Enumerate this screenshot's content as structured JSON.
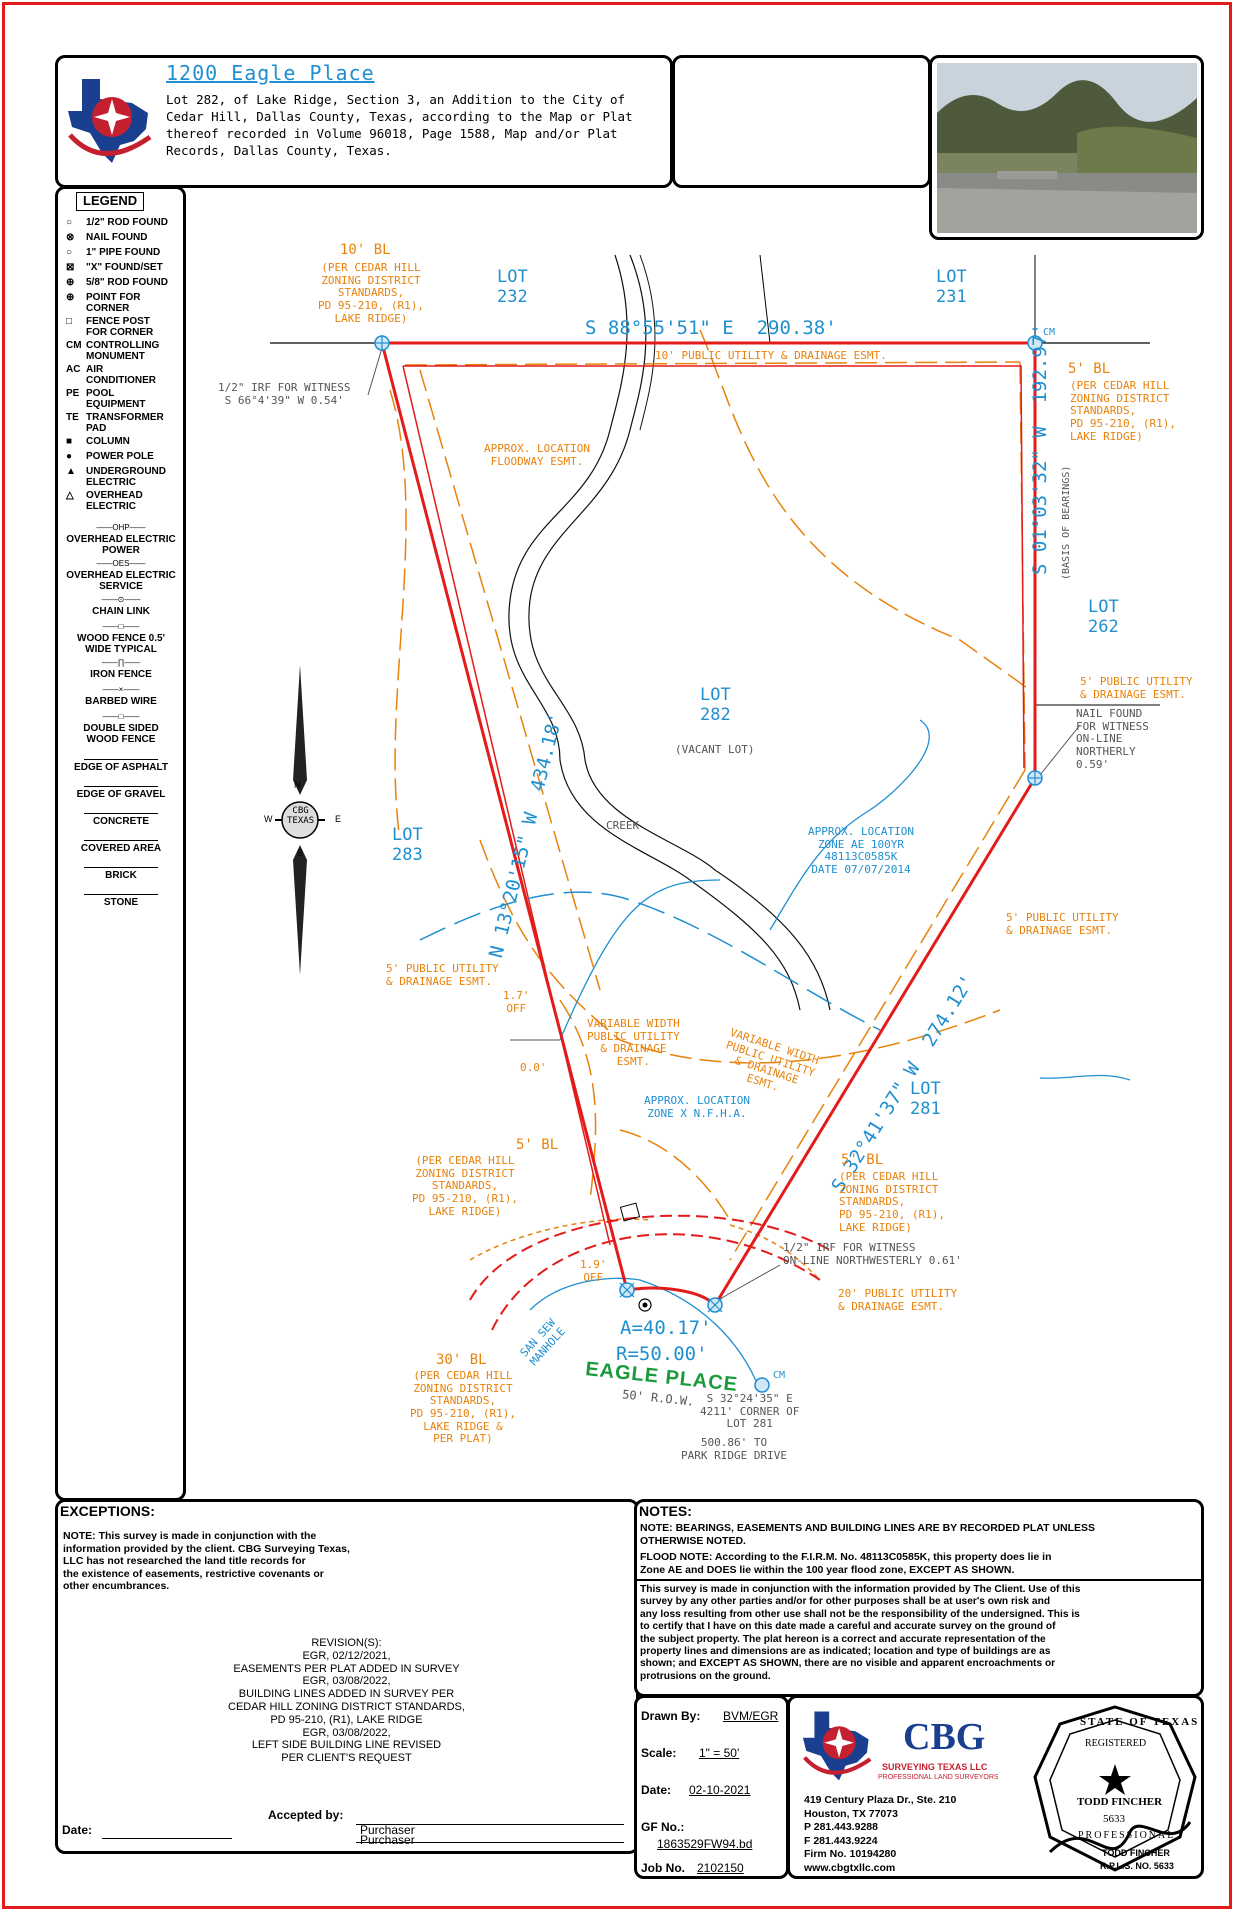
{
  "header": {
    "title": "1200 Eagle Place",
    "description": "Lot 282, of Lake Ridge, Section 3, an Addition to the City of\nCedar Hill, Dallas County, Texas, according to the Map or Plat\nthereof recorded in Volume 96018, Page 1588, Map and/or Plat\nRecords, Dallas County, Texas."
  },
  "legend": {
    "title": "LEGEND",
    "items": [
      "1/2\" ROD FOUND",
      "NAIL FOUND",
      "1\" PIPE FOUND",
      "\"X\" FOUND/SET",
      "5/8\" ROD FOUND",
      "POINT FOR\nCORNER",
      "FENCE POST\nFOR CORNER",
      "CONTROLLING\nMONUMENT",
      "AIR\nCONDITIONER",
      "POOL\nEQUIPMENT",
      "TRANSFORMER\nPAD",
      "COLUMN",
      "POWER POLE",
      "UNDERGROUND\nELECTRIC",
      "OVERHEAD\nELECTRIC"
    ],
    "prefixes": [
      "○",
      "⊗",
      "○",
      "⊠",
      "⊕",
      "⊕",
      "□",
      "CM",
      "AC",
      "PE",
      "TE",
      "■",
      "●",
      "▲",
      "△"
    ],
    "lines": [
      {
        "sym": "——OHP——",
        "label": "OVERHEAD ELECTRIC\nPOWER"
      },
      {
        "sym": "——OES——",
        "label": "OVERHEAD ELECTRIC\nSERVICE"
      },
      {
        "sym": "——⊙——",
        "label": "CHAIN LINK"
      },
      {
        "sym": "——□——",
        "label": "WOOD FENCE 0.5'\nWIDE TYPICAL"
      },
      {
        "sym": "——∏——",
        "label": "IRON FENCE"
      },
      {
        "sym": "——×——",
        "label": "BARBED WIRE"
      },
      {
        "sym": "——□——",
        "label": "DOUBLE SIDED\nWOOD FENCE"
      },
      {
        "sym": "",
        "label": "EDGE OF ASPHALT"
      },
      {
        "sym": "",
        "label": "EDGE OF GRAVEL"
      },
      {
        "sym": "",
        "label": "CONCRETE"
      },
      {
        "sym": "",
        "label": "COVERED AREA"
      },
      {
        "sym": "",
        "label": "BRICK"
      },
      {
        "sym": "",
        "label": "STONE"
      }
    ]
  },
  "compass": {
    "center": "CBG\nTEXAS",
    "n": "N",
    "s": "S",
    "e": "E",
    "w": "W"
  },
  "plat": {
    "lots": {
      "l232": "LOT\n232",
      "l231": "LOT\n231",
      "l262": "LOT\n262",
      "l282": "LOT\n282",
      "vacant": "(VACANT LOT)",
      "l283": "LOT\n283",
      "l281": "LOT\n281"
    },
    "bearings": {
      "north": "S 88°55'51\" E  290.38'",
      "east": "S 01°03'32\" W  192.97'",
      "basis": "(BASIS OF BEARINGS)",
      "west": "N 13°20'15\" W  434.18'",
      "southeast": "S 32°41'37\" W  274.12'"
    },
    "labels": {
      "bl10": "10' BL",
      "bl10_note": "(PER CEDAR HILL\nZONING DISTRICT\nSTANDARDS,\nPD 95-210, (R1),\nLAKE RIDGE)",
      "irf_witness_nw": "1/2\" IRF FOR WITNESS\nS 66°4'39\" W 0.54'",
      "pude10": "10' PUBLIC UTILITY & DRAINAGE ESMT.",
      "bl5_e": "5' BL",
      "bl5_e_note": "(PER CEDAR HILL\nZONING DISTRICT\nSTANDARDS,\nPD 95-210, (R1),\nLAKE RIDGE)",
      "floodway": "APPROX. LOCATION\nFLOODWAY ESMT.",
      "cm_ne": "CM",
      "pude5_e": "5' PUBLIC UTILITY\n& DRAINAGE ESMT.",
      "nail_witness": "NAIL FOUND\nFOR WITNESS\nON-LINE\nNORTHERLY\n0.59'",
      "creek": "CREEK",
      "zone_ae": "APPROX. LOCATION\nZONE AE 100YR\n48113C0585K\nDATE 07/07/2014",
      "pude5_se": "5' PUBLIC UTILITY\n& DRAINAGE ESMT.",
      "pude5_w": "5' PUBLIC UTILITY\n& DRAINAGE ESMT.",
      "off17": "1.7'\nOFF",
      "off00": "0.0'",
      "varw1": "VARIABLE WIDTH\nPUBLIC UTILITY\n& DRAINAGE\nESMT.",
      "varw2": "VARIABLE WIDTH\nPUBLIC UTILITY\n& DRAINAGE\nESMT.",
      "zone_x": "APPROX. LOCATION\nZONE X N.F.H.A.",
      "bl5_w": "5' BL",
      "bl5_w_note": "(PER CEDAR HILL\nZONING DISTRICT\nSTANDARDS,\nPD 95-210, (R1),\nLAKE RIDGE)",
      "bl5_s": "5' BL",
      "bl5_s_note": "(PER CEDAR HILL\nZONING DISTRICT\nSTANDARDS,\nPD 95-210, (R1),\nLAKE RIDGE)",
      "irf_witness_s": "1/2\" IRF FOR WITNESS\nON-LINE NORTHWESTERLY 0.61'",
      "pude20": "20' PUBLIC UTILITY\n& DRAINAGE ESMT.",
      "off19": "1.9'\nOFF",
      "sansew": "SAN SEW\nMANHOLE",
      "arc_a": "A=40.17'",
      "arc_r": "R=50.00'",
      "street": "EAGLE PLACE",
      "row": "50' R.O.W.",
      "bl30": "30' BL",
      "bl30_note": "(PER CEDAR HILL\nZONING DISTRICT\nSTANDARDS,\nPD 95-210, (R1),\nLAKE RIDGE &\nPER PLAT)",
      "cm_s": "CM",
      "corner281": "S 32°24'35\" E\n4211' CORNER OF\nLOT 281",
      "park_ridge": "500.86' TO\nPARK RIDGE DRIVE"
    }
  },
  "exceptions": {
    "title": "EXCEPTIONS:",
    "note": "NOTE: This survey is made in conjunction with the\ninformation provided by the client. CBG Surveying Texas,\nLLC has not researched the land title records for\nthe existence of easements, restrictive covenants or\nother encumbrances.",
    "revisions": "REVISION(S):\nEGR, 02/12/2021,\nEASEMENTS PER PLAT ADDED IN SURVEY\nEGR, 03/08/2022,\nBUILDING LINES ADDED IN SURVEY PER\nCEDAR HILL ZONING DISTRICT STANDARDS,\nPD 95-210, (R1), LAKE RIDGE\nEGR, 03/08/2022,\nLEFT SIDE BUILDING LINE REVISED\nPER CLIENT'S REQUEST",
    "accepted_by": "Accepted by:",
    "date_label": "Date:",
    "purchaser1": "Purchaser",
    "purchaser2": "Purchaser"
  },
  "notes": {
    "title": "NOTES:",
    "note1": "NOTE: BEARINGS, EASEMENTS AND BUILDING LINES ARE BY RECORDED PLAT UNLESS\nOTHERWISE NOTED.",
    "flood": "FLOOD NOTE: According to the F.I.R.M. No. 48113C0585K, this property does lie in\nZone AE and DOES lie within the 100 year flood zone, EXCEPT AS SHOWN.",
    "certification": "This survey is made in conjunction with the information provided by The Client. Use of this\nsurvey by any other parties and/or for other purposes shall be at user's own risk and\nany loss resulting from other use shall not be the responsibility of the undersigned. This is\nto certify that I have on this date made a careful and accurate survey on the ground of\nthe subject property. The plat hereon is a correct and accurate representation of the\nproperty lines and dimensions are as indicated; location and type of buildings are as\nshown; and EXCEPT AS SHOWN, there are no visible and apparent encroachments or\nprotrusions on the ground."
  },
  "titleblock": {
    "drawn_label": "Drawn By:",
    "drawn_value": "BVM/EGR",
    "scale_label": "Scale:",
    "scale_value": "1\" = 50'",
    "date_label": "Date:",
    "date_value": "02-10-2021",
    "gf_label": "GF No.:",
    "gf_value": "1863529FW94.bd",
    "job_label": "Job No.",
    "job_value": "2102150"
  },
  "company": {
    "name": "CBG",
    "sub": "SURVEYING TEXAS LLC",
    "tag": "PROFESSIONAL LAND SURVEYORS",
    "address": "419 Century Plaza Dr., Ste. 210\nHouston, TX 77073\nP 281.443.9288\nF 281.443.9224\nFirm No. 10194280\nwww.cbgtxllc.com"
  },
  "seal": {
    "top": "STATE OF TEXAS",
    "registered": "REGISTERED",
    "name": "TODD FINCHER",
    "number": "5633",
    "bottom": "PROFESSIONAL",
    "sig_name": "TODD FINCHER",
    "rpls": "R.P.L.S. NO. 5633"
  },
  "colors": {
    "boundary": "#e31b1b",
    "easement": "#e8820c",
    "water": "#1f8fd0",
    "street": "#1a9a3a"
  }
}
